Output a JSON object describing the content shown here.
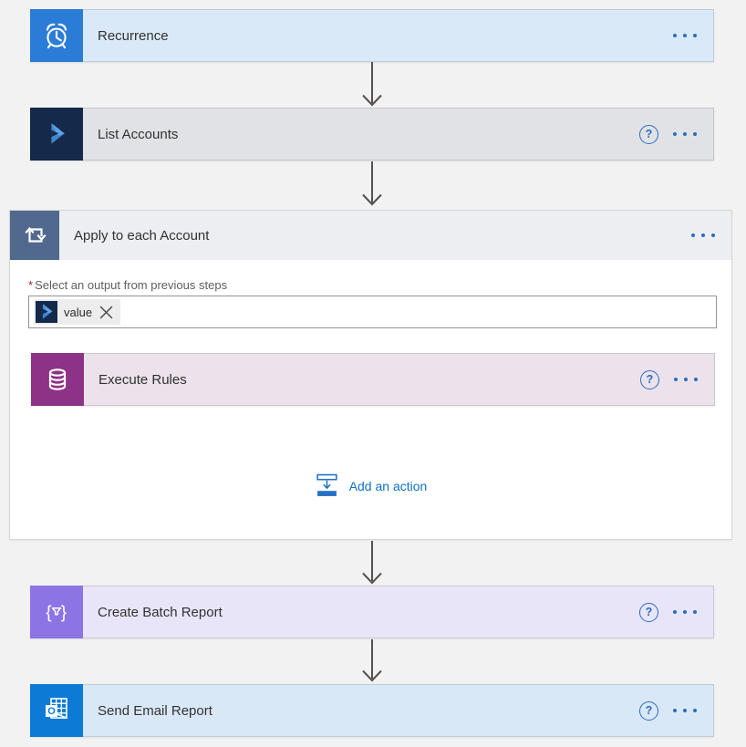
{
  "colors": {
    "canvas_bg": "#f3f2f2",
    "accent_blue": "#2b6cbf",
    "link_blue": "#1070c0",
    "required_red": "#a4262c",
    "connector_gray": "#54514e",
    "recurrence_icon_bg": "#2b7cd6",
    "recurrence_card_bg": "#d9e9f8",
    "dynamics_icon_bg": "#15294b",
    "list_accounts_card_bg": "#e1e2e6",
    "foreach_icon_bg": "#52698e",
    "foreach_header_bg": "#eceef1",
    "execute_rules_icon_bg": "#8d3286",
    "execute_rules_card_bg": "#ebe2eb",
    "create_batch_icon_bg": "#8c74e5",
    "create_batch_card_bg": "#e9e5f9",
    "outlook_icon_bg": "#0d7ad5",
    "send_email_card_bg": "#d9e8f7"
  },
  "glyphs": {
    "help": "?"
  },
  "steps": {
    "recurrence": {
      "title": "Recurrence"
    },
    "list_accounts": {
      "title": "List Accounts"
    },
    "apply_to_each": {
      "title": "Apply to each Account",
      "required_marker": "*",
      "field_label": "Select an output from previous steps",
      "token_text": "value",
      "add_action_label": "Add an action",
      "execute_rules": {
        "title": "Execute Rules"
      }
    },
    "create_batch_report": {
      "title": "Create Batch Report"
    },
    "send_email_report": {
      "title": "Send Email Report"
    }
  }
}
